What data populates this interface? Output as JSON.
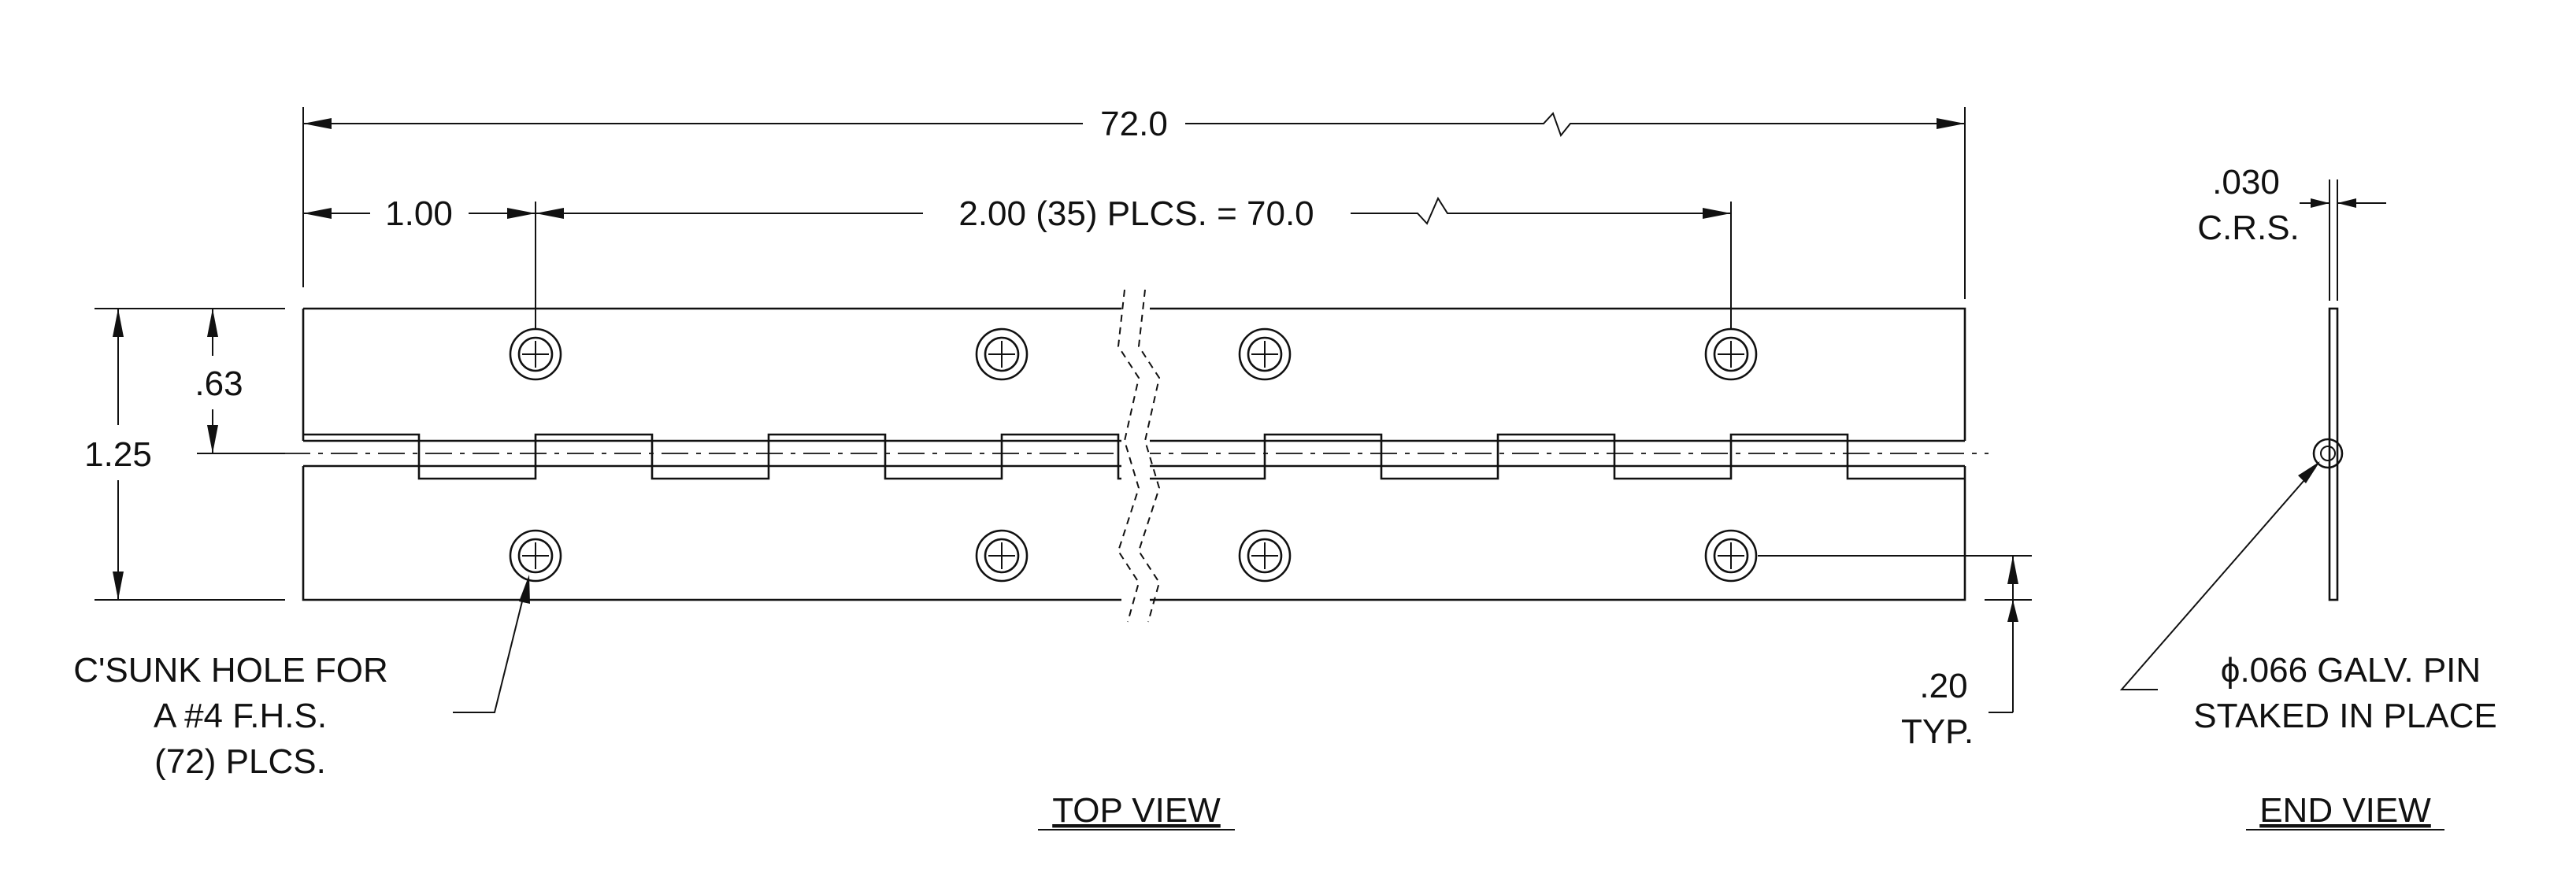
{
  "dimensions": {
    "overall_length": "72.0",
    "end_offset": "1.00",
    "hole_spacing": "2.00 (35) PLCS. = 70.0",
    "hole_vertical": ".63",
    "width": "1.25",
    "edge_offset_line1": ".20",
    "edge_offset_line2": "TYP.",
    "thickness_line1": ".030",
    "thickness_line2": "C.R.S."
  },
  "notes": {
    "hole_note": [
      "C'SUNK HOLE FOR",
      "A #4 F.H.S.",
      "(72) PLCS."
    ],
    "pin_note": [
      "ϕ.066 GALV. PIN",
      "STAKED IN PLACE"
    ]
  },
  "views": {
    "top_view": "TOP VIEW",
    "end_view": "END VIEW"
  }
}
